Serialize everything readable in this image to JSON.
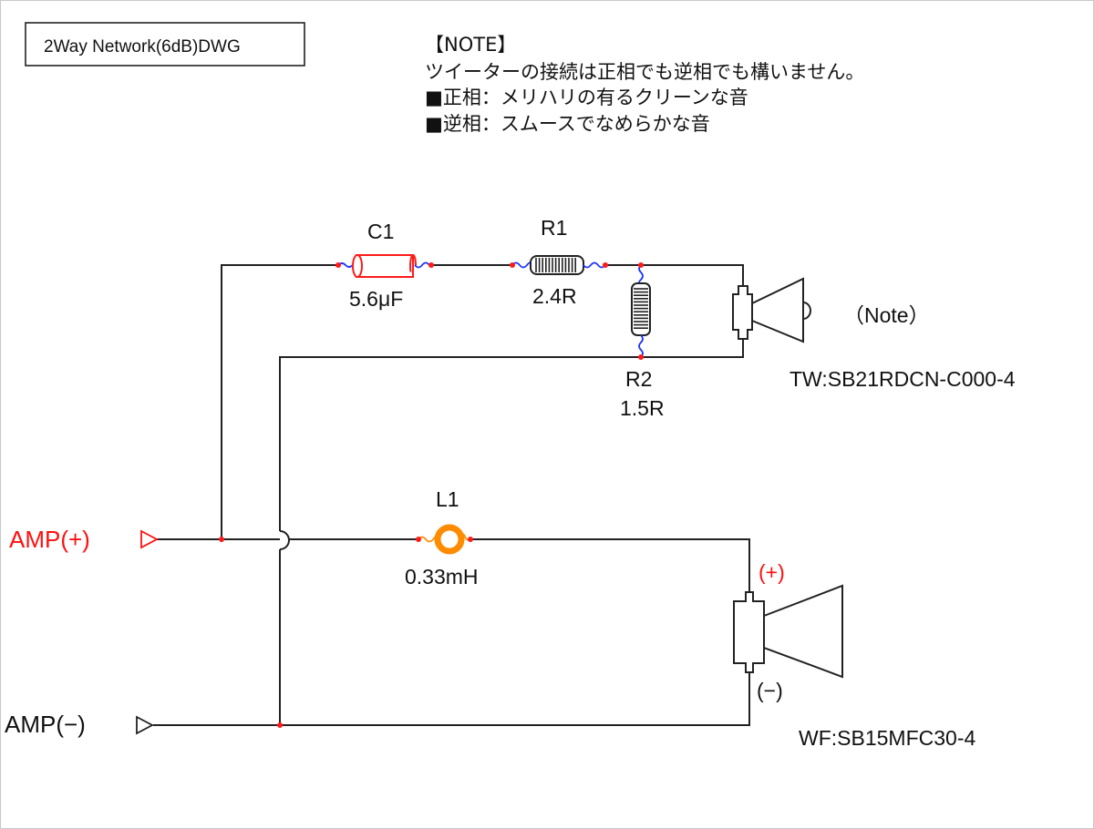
{
  "title": "2Way Network(6dB)DWG",
  "note": {
    "heading": "【NOTE】",
    "lines": [
      "ツイーターの接続は正相でも逆相でも構いません。",
      "■正相：メリハリの有るクリーンな音",
      "■逆相：スムースでなめらかな音"
    ]
  },
  "components": {
    "c1": {
      "name": "C1",
      "value": "5.6μF"
    },
    "r1": {
      "name": "R1",
      "value": "2.4R"
    },
    "r2": {
      "name": "R2",
      "value": "1.5R"
    },
    "l1": {
      "name": "L1",
      "value": "0.33mH"
    }
  },
  "terminals": {
    "amp_plus": "AMP(+)",
    "amp_minus": "AMP(−)"
  },
  "tweeter": {
    "note": "（Note）",
    "model": "TW:SB21RDCN-C000-4"
  },
  "woofer": {
    "plus": "(+)",
    "minus": "(−)",
    "model": "WF:SB15MFC30-4"
  },
  "colors": {
    "wire": "#222222",
    "node": "#ff1a1a",
    "lead": "#1a33ff",
    "capacitor": "#ff1a1a",
    "inductor": "#ff8c00",
    "amp_plus": "#ff1010"
  }
}
